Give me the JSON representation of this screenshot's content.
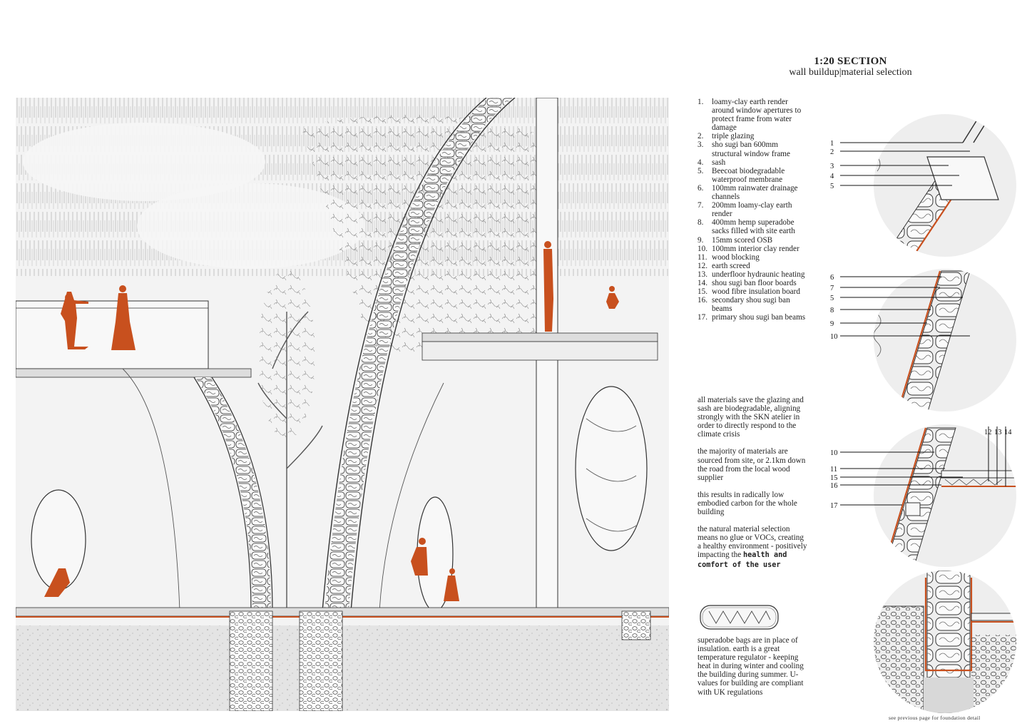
{
  "header": {
    "title": "1:20 SECTION",
    "subtitle": "wall buildup|material selection"
  },
  "legend": [
    {
      "num": "1.",
      "text": "loamy-clay earth render around window apertures to protect frame from water damage"
    },
    {
      "num": "2.",
      "text": "triple glazing"
    },
    {
      "num": "3.",
      "text": "sho sugi ban 600mm structural window frame"
    },
    {
      "num": "4.",
      "text": "sash"
    },
    {
      "num": "5.",
      "text": "Beecoat biodegradable waterproof membrane"
    },
    {
      "num": "6.",
      "text": "100mm rainwater drainage channels"
    },
    {
      "num": "7.",
      "text": "200mm loamy-clay earth render"
    },
    {
      "num": "8.",
      "text": "400mm hemp superadobe sacks filled with site earth"
    },
    {
      "num": "9.",
      "text": "15mm scored OSB"
    },
    {
      "num": "10.",
      "text": "100mm interior clay render"
    },
    {
      "num": "11.",
      "text": "wood blocking"
    },
    {
      "num": "12.",
      "text": "earth screed"
    },
    {
      "num": "13.",
      "text": "underfloor hydraunic heating"
    },
    {
      "num": "14.",
      "text": "shou sugi ban floor boards"
    },
    {
      "num": "15.",
      "text": "wood fibre insulation board"
    },
    {
      "num": "16.",
      "text": "secondary shou sugi ban beams"
    },
    {
      "num": "17.",
      "text": "primary shou sugi ban beams"
    }
  ],
  "notes": {
    "p1": "all materials save the glazing and sash are biodegradable, aligning strongly with the SKN atelier in order to directly respond to the climate crisis",
    "p2": "the majority of materials are sourced from site, or 2.1km down the road from the local wood supplier",
    "p3": "this results in radically low embodied carbon for the whole building",
    "p4_start": "the natural material selection means no glue or VOCs, creating a healthy environment - positively impacting the ",
    "p4_bold": "health and comfort of the user",
    "p5": "superadobe bags are in place of insulation. earth is a great temperature regulator - keeping heat in during winter and cooling the building during summer. U-values for building are compliant with UK regulations"
  },
  "details": {
    "detail1_labels": [
      "1",
      "2",
      "3",
      "4",
      "5"
    ],
    "detail2_labels": [
      "6",
      "7",
      "5",
      "8",
      "9",
      "10"
    ],
    "detail3_top_labels": [
      "12",
      "13",
      "14"
    ],
    "detail3_side_labels": [
      "10",
      "11",
      "15",
      "16",
      "17"
    ]
  },
  "footnote": "see previous page for foundation detail",
  "colors": {
    "accent_orange": "#c8501e",
    "ink": "#222222",
    "paper": "#ffffff"
  }
}
